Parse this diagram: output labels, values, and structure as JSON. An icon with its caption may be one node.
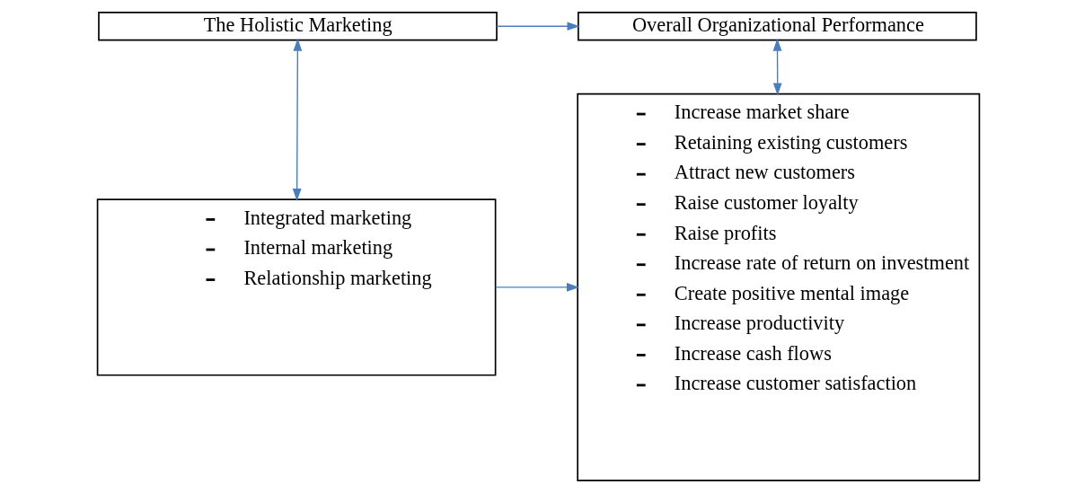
{
  "diagram": {
    "nodes": [
      {
        "text": [
          "The Holistic Marketing"
        ]
      },
      {
        "text": [
          "Overall Organizational Performance"
        ]
      },
      {
        "text": [
          "Integrated marketing",
          "Internal marketing",
          "Relationship marketing"
        ]
      },
      {
        "text": [
          "Increase market share",
          "Retaining existing customers",
          "Attract new customers",
          "Raise customer loyalty",
          "Raise profits",
          "Increase rate of return on investment",
          "Create positive mental image",
          "Increase productivity",
          "Increase cash flows",
          "Increase customer satisfaction"
        ]
      }
    ],
    "edges": [
      {
        "from": 0,
        "to": 1,
        "arrow": "to"
      },
      {
        "from": 0,
        "to": 2,
        "arrow": "both"
      },
      {
        "from": 1,
        "to": 3,
        "arrow": "both"
      },
      {
        "from": 2,
        "to": 3,
        "arrow": "to"
      }
    ]
  }
}
